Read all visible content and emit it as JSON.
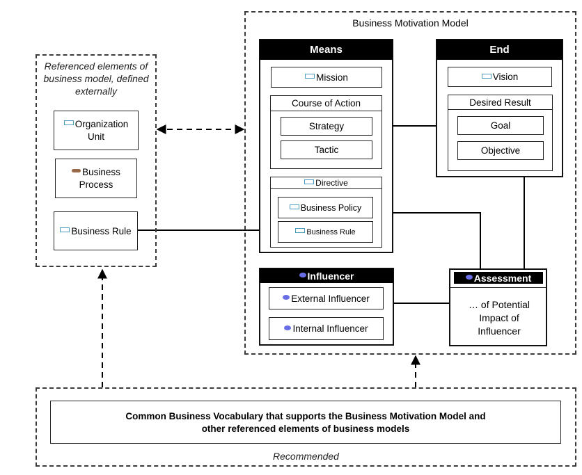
{
  "bmm": {
    "title": "Business Motivation Model",
    "means": {
      "header": "Means",
      "mission": "Mission",
      "course_of_action": {
        "title": "Course of Action",
        "strategy": "Strategy",
        "tactic": "Tactic"
      },
      "directive": {
        "title": "Directive",
        "business_policy": "Business Policy",
        "business_rule": "Business Rule"
      }
    },
    "end": {
      "header": "End",
      "vision": "Vision",
      "desired_result": {
        "title": "Desired Result",
        "goal": "Goal",
        "objective": "Objective"
      }
    },
    "influencer": {
      "header": "Influencer",
      "external": "External Influencer",
      "internal": "Internal Influencer"
    },
    "assessment": {
      "header": "Assessment",
      "body": "… of Potential Impact of Influencer"
    }
  },
  "external": {
    "title": "Referenced elements of business model, defined externally",
    "org_unit": "Organization Unit",
    "business_process": "Business Process",
    "business_rule": "Business Rule"
  },
  "vocabulary": {
    "text_line1": "Common Business Vocabulary that supports the Business Motivation Model and",
    "text_line2": "other referenced elements of business models",
    "label": "Recommended"
  },
  "icons": {
    "element": "element-rect-icon",
    "process": "process-bar-icon",
    "influencer": "influencer-oval-icon"
  },
  "colors": {
    "element_icon_border": "#4a9bbd",
    "process_icon": "#9a6a48",
    "influencer_icon": "#6a6ee6",
    "header_bg": "#000000"
  }
}
